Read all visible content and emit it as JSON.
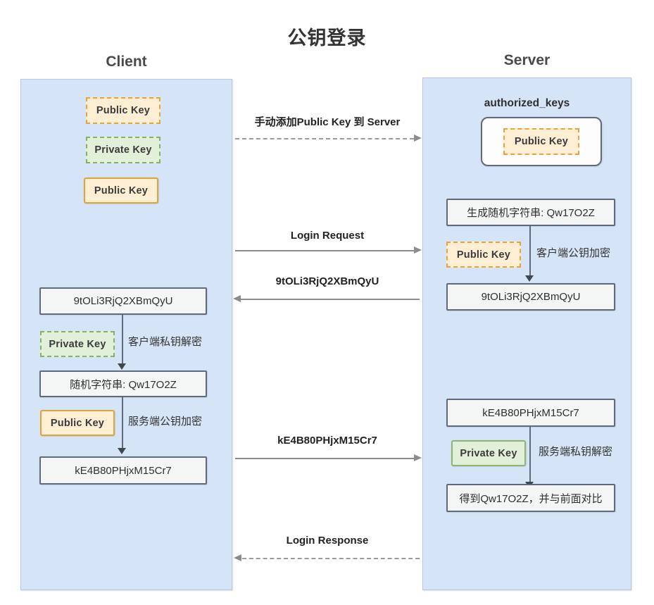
{
  "diagram": {
    "title": "公钥登录",
    "client_lane_title": "Client",
    "server_lane_title": "Server"
  },
  "client": {
    "key_public_dashed": "Public Key",
    "key_private_dashed": "Private Key",
    "key_public_solid": "Public Key",
    "box_encrypted_challenge": "9tOLi3RjQ2XBmQyU",
    "key_private_dashed_2": "Private Key",
    "annot_client_private_decrypt": "客户端私钥解密",
    "box_random_string": "随机字符串: Qw17O2Z",
    "key_public_solid_2": "Public Key",
    "annot_server_public_encrypt": "服务端公钥加密",
    "box_reencrypted": "kE4B80PHjxM15Cr7"
  },
  "server": {
    "authorized_keys_label": "authorized_keys",
    "authorized_public_key": "Public Key",
    "box_generate_random": "生成随机字符串: Qw17O2Z",
    "key_public_dashed": "Public Key",
    "annot_client_public_encrypt": "客户端公钥加密",
    "box_encrypted_challenge": "9tOLi3RjQ2XBmQyU",
    "box_received_cipher": "kE4B80PHjxM15Cr7",
    "key_private_solid": "Private Key",
    "annot_server_private_decrypt": "服务端私钥解密",
    "box_compare_result": "得到Qw17O2Z，并与前面对比"
  },
  "messages": {
    "add_key": "手动添加Public Key 到 Server",
    "login_request": "Login Request",
    "challenge_cipher": "9tOLi3RjQ2XBmQyU",
    "response_cipher": "kE4B80PHjxM15Cr7",
    "login_response": "Login Response"
  },
  "colors": {
    "lane_fill": "#d6e4f7",
    "lane_border": "#b8c7dd",
    "public_key_fill": "#fdeed4",
    "public_key_border": "#e0a53a",
    "private_key_fill": "#e2efd9",
    "private_key_border": "#8fb571",
    "box_border": "#5f6b7c",
    "arrow": "#8c8c8c"
  }
}
